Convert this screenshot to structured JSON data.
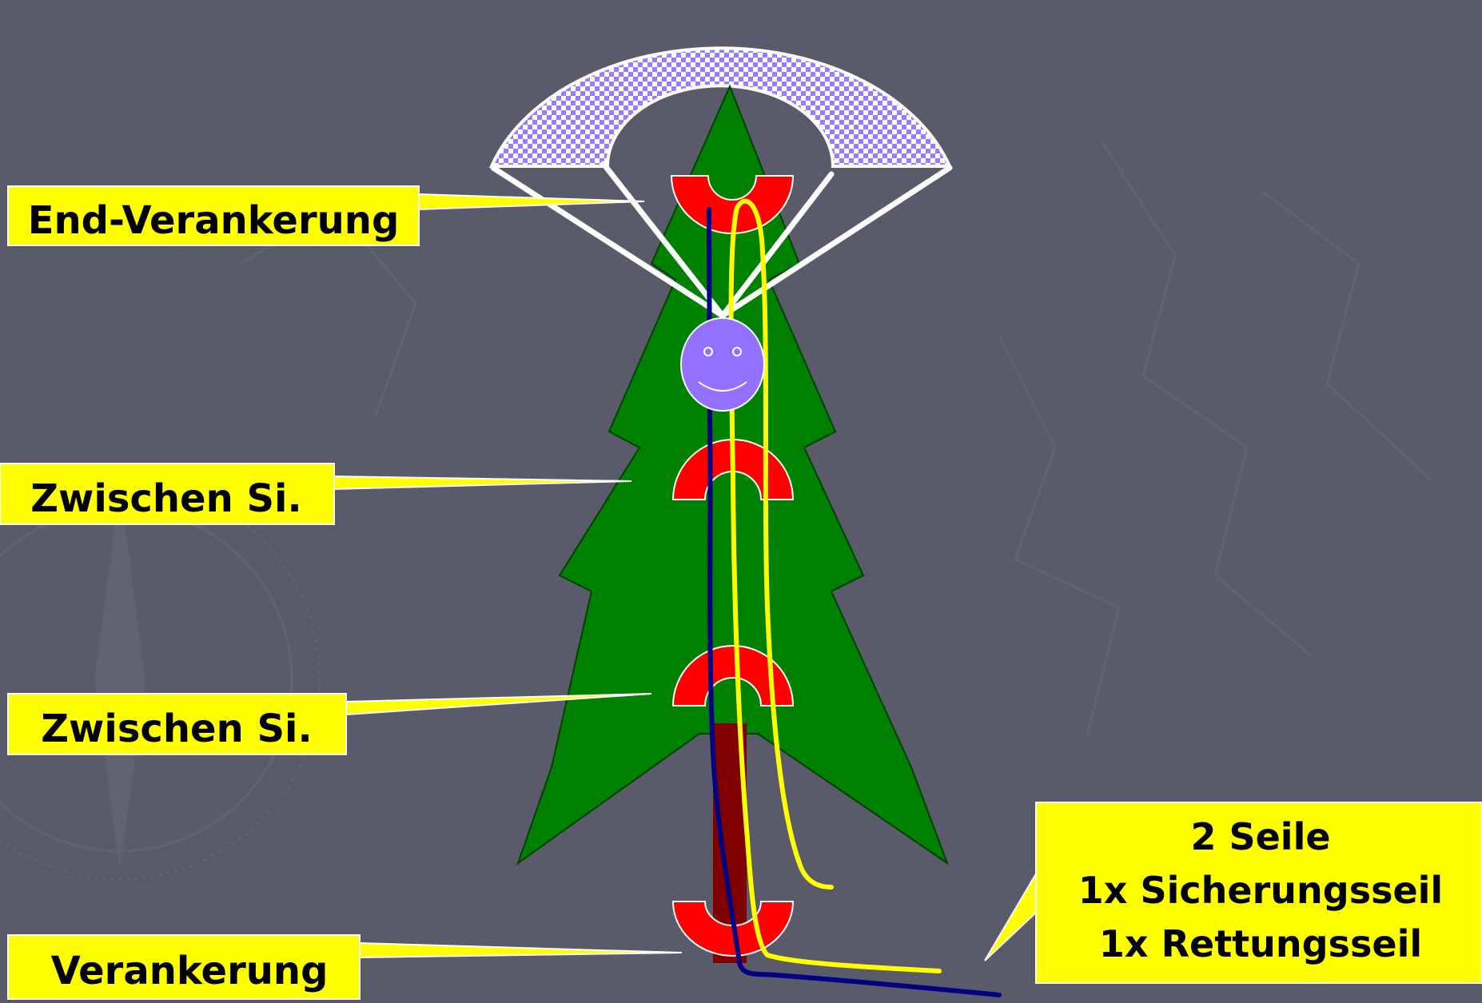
{
  "slide": {
    "background_color": "#595b6b",
    "callouts": [
      {
        "id": "end-anchor",
        "text": "End-Verankerung"
      },
      {
        "id": "intermediate-1",
        "text": "Zwischen Si."
      },
      {
        "id": "intermediate-2",
        "text": "Zwischen Si."
      },
      {
        "id": "anchor",
        "text": "Verankerung"
      }
    ],
    "note": {
      "lines": [
        "2 Seile",
        "1x Sicherungsseil",
        "1x Rettungsseil"
      ]
    }
  },
  "colors": {
    "tree": "#008000",
    "trunk": "#800000",
    "anchor_slings": "#ff0000",
    "rescue_rope": "#000080",
    "safety_rope": "#ffff00",
    "callout_fill": "#ffff00",
    "person": "#9370ff",
    "canopy": "#9b7cff",
    "canopy_lines": "#ffffff"
  },
  "icons": {
    "person": "smiley-face-icon",
    "slings": "horseshoe-anchor-icon",
    "canopy": "parachute-icon"
  }
}
